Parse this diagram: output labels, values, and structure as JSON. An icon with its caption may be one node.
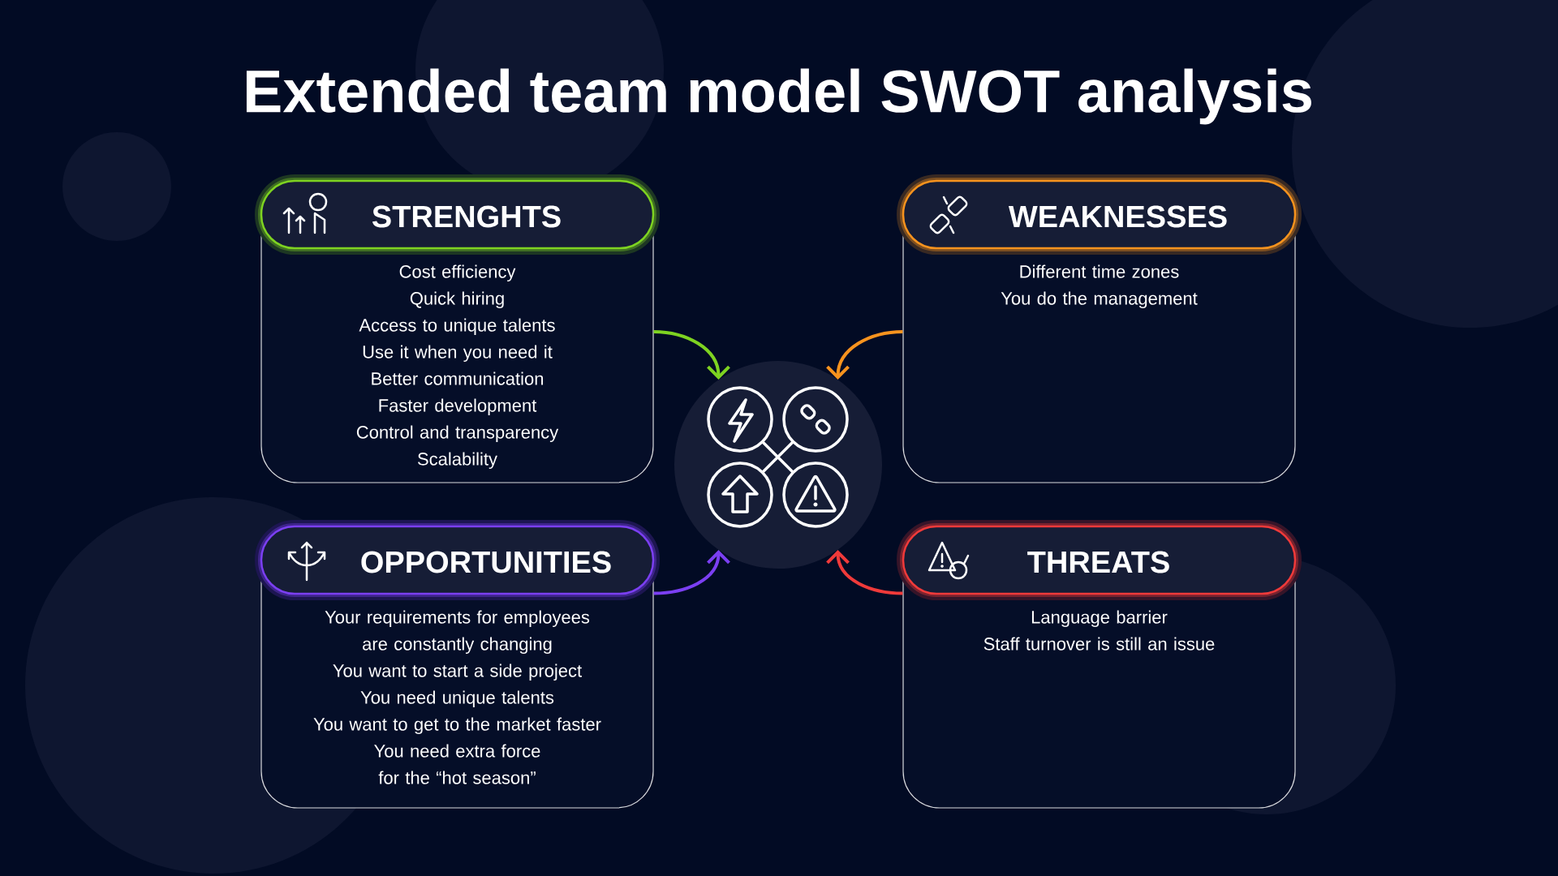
{
  "diagram": {
    "title": "Extended team model SWOT analysis",
    "nodes": [
      {
        "text": [
          "STRENGHTS",
          "Cost efficiency",
          "Quick hiring",
          "Access to unique talents",
          "Use it when you need it",
          "Better communication",
          "Faster development",
          "Control and transparency",
          "Scalability"
        ]
      },
      {
        "text": [
          "WEAKNESSES",
          "Different time zones",
          "You do the management"
        ]
      },
      {
        "text": [
          "OPPORTUNITIES",
          "Your requirements for employees are constantly changing",
          "You want to start a side project",
          "You need unique talents",
          "You want to get to the market faster",
          "You need extra force for the “hot season”"
        ]
      },
      {
        "text": [
          "THREATS",
          "Language barrier",
          "Staff turnover is still an issue"
        ]
      },
      {
        "text": [],
        "shape": "circle"
      }
    ],
    "edges": [
      {
        "from": 0,
        "to": 4,
        "arrow": "to",
        "color": "#7ed321"
      },
      {
        "from": 1,
        "to": 4,
        "arrow": "to",
        "color": "#f7931e"
      },
      {
        "from": 2,
        "to": 4,
        "arrow": "to",
        "color": "#7b3ff2"
      },
      {
        "from": 3,
        "to": 4,
        "arrow": "to",
        "color": "#f03a3a"
      }
    ]
  }
}
